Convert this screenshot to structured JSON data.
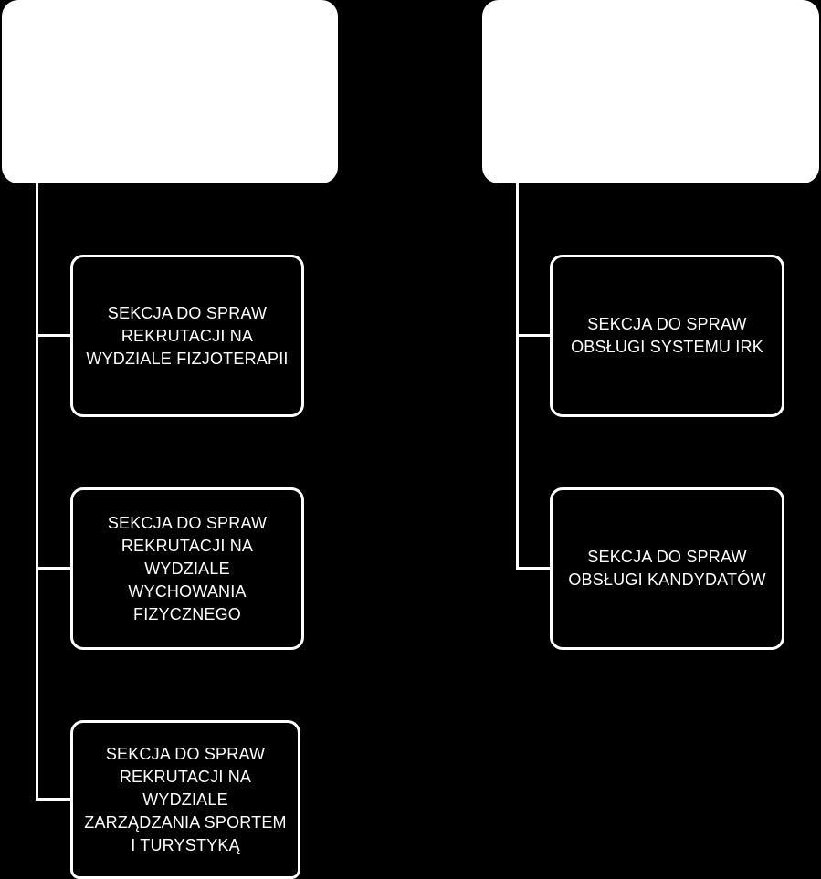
{
  "colors": {
    "background": "#000000",
    "box_fill": "#000000",
    "box_border": "#ffffff",
    "header_fill": "#ffffff",
    "connector": "#ffffff",
    "text": "#ffffff"
  },
  "left_branch": {
    "header": "",
    "sections": [
      {
        "label": "SEKCJA DO SPRAW\nREKRUTACJI NA\nWYDZIALE FIZJOTERAPII"
      },
      {
        "label": "SEKCJA DO SPRAW\nREKRUTACJI NA\nWYDZIALE\nWYCHOWANIA\nFIZYCZNEGO"
      },
      {
        "label": "SEKCJA DO SPRAW\nREKRUTACJI NA\nWYDZIALE\nZARZĄDZANIA SPORTEM\nI TURYSTYKĄ"
      }
    ]
  },
  "right_branch": {
    "header": "",
    "sections": [
      {
        "label": "SEKCJA DO SPRAW\nOBSŁUGI SYSTEMU IRK"
      },
      {
        "label": "SEKCJA DO SPRAW\nOBSŁUGI KANDYDATÓW"
      }
    ]
  }
}
